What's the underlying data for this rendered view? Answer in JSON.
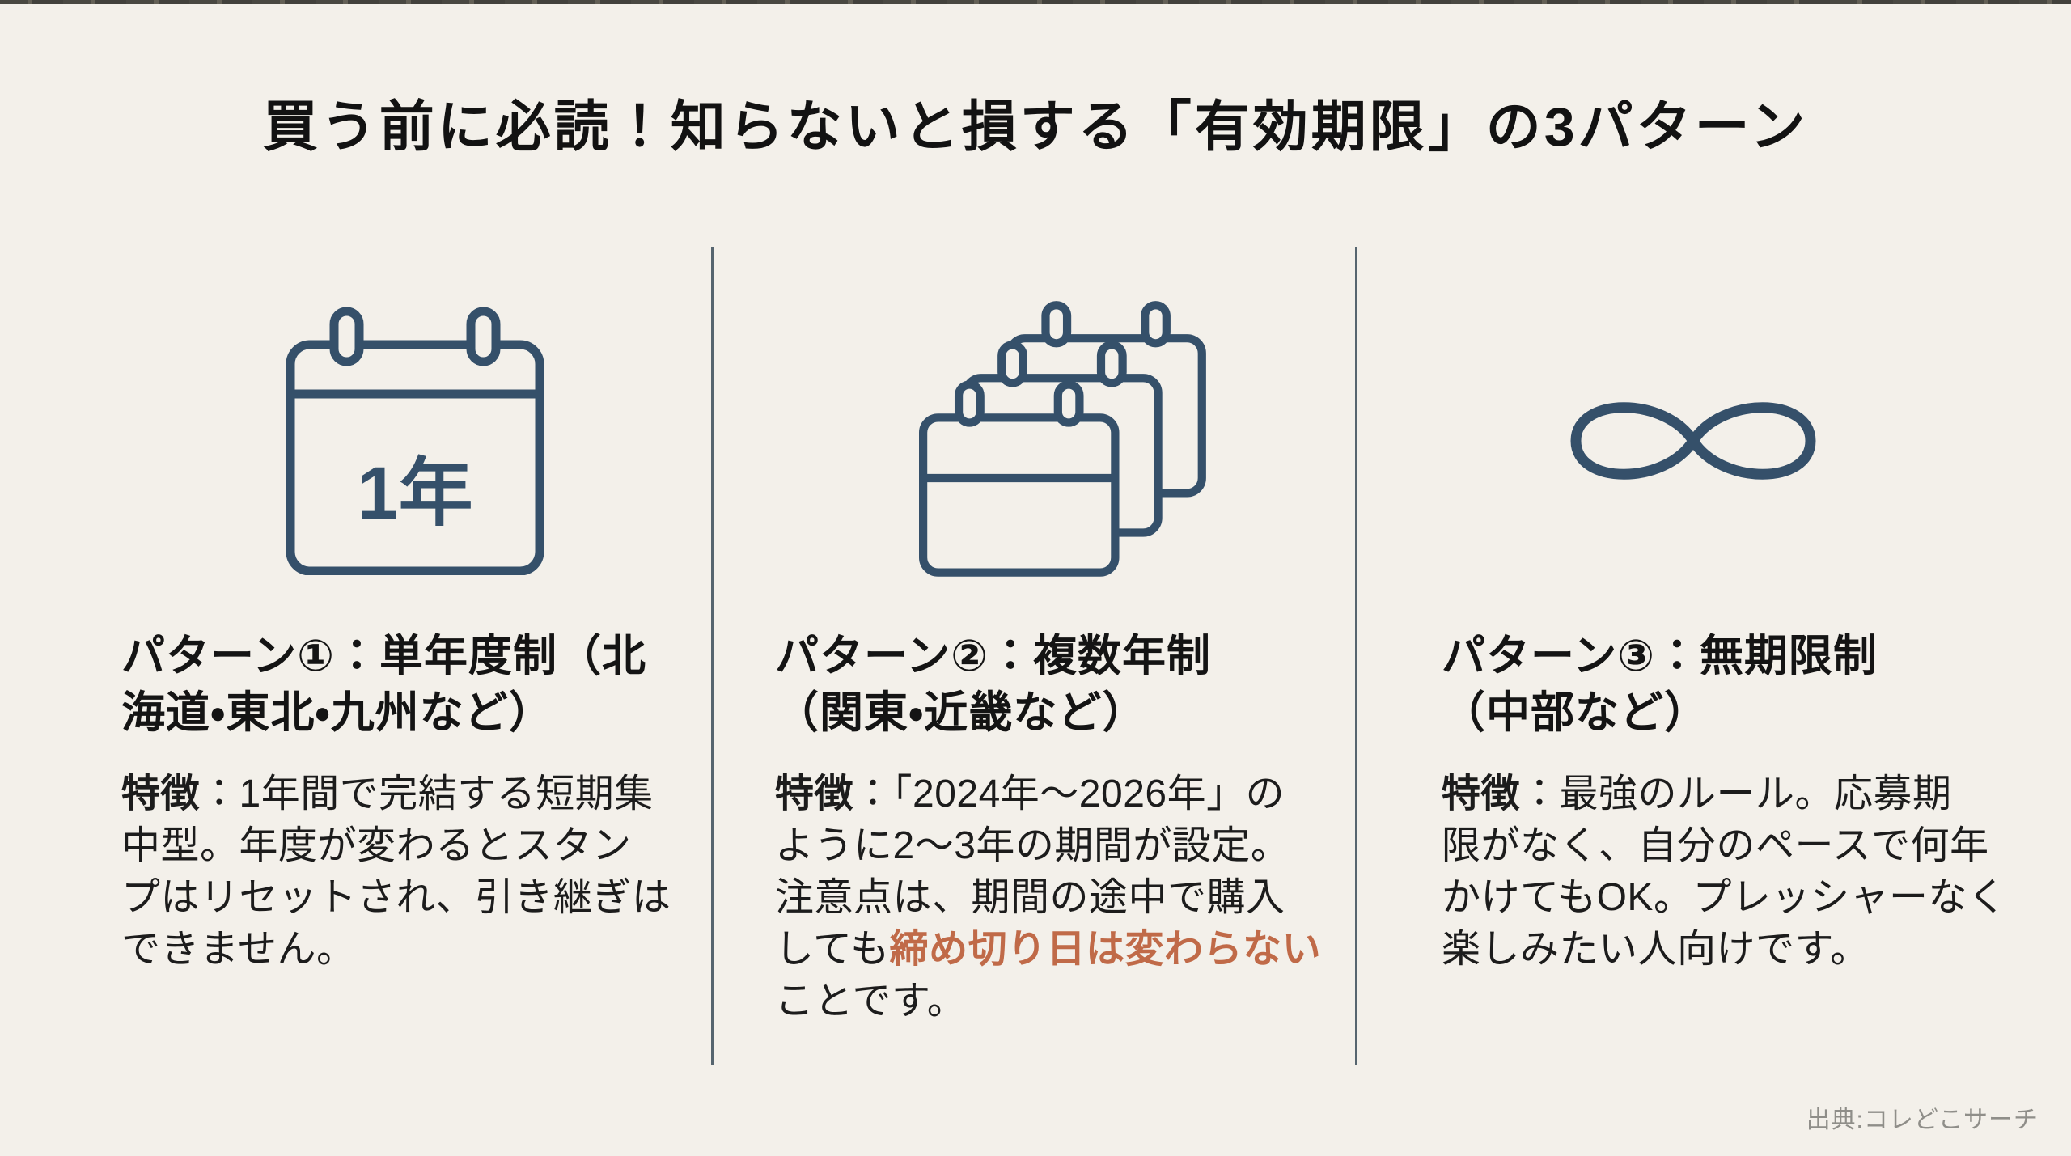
{
  "title": "買う前に必読！知らないと損する「有効期限」の3パターン",
  "footer": {
    "source": "出典:コレどこサーチ"
  },
  "colors": {
    "background": "#f3f0ea",
    "icon_blue": "#35506a",
    "highlight_orange": "#c06a48",
    "divider_gray": "#56656f",
    "text_black": "#1c1c1c",
    "source_gray": "#8f8e89"
  },
  "columns": [
    {
      "icon": "calendar-one-year-icon",
      "icon_label": "1年",
      "heading_lines": [
        "パターン①：単年度制（北",
        "海道・東北・九州など）"
      ],
      "feature_label": "特徴",
      "body_text_1": "：1年間で完結する短期集\n中型。年度が変わるとスタン\nプはリセットされ、引き継ぎは\nできません。"
    },
    {
      "icon": "stacked-calendars-icon",
      "heading_lines": [
        "パターン②：複数年制",
        "（関東・近畿など）"
      ],
      "feature_label": "特徴",
      "body_text_1": "：「2024年〜2026年」の\nように2〜3年の期間が設定。\n注意点は、期間の途中で購入\nしても",
      "body_highlight": "締め切り日は変わらない",
      "body_text_2": "\nことです。"
    },
    {
      "icon": "infinity-icon",
      "heading_lines": [
        "パターン③：無期限制",
        "（中部など）"
      ],
      "feature_label": "特徴",
      "body_text_1": "：最強のルール。応募期\n限がなく、自分のペースで何年\nかけてもOK。プレッシャーなく\n楽しみたい人向けです。"
    }
  ]
}
